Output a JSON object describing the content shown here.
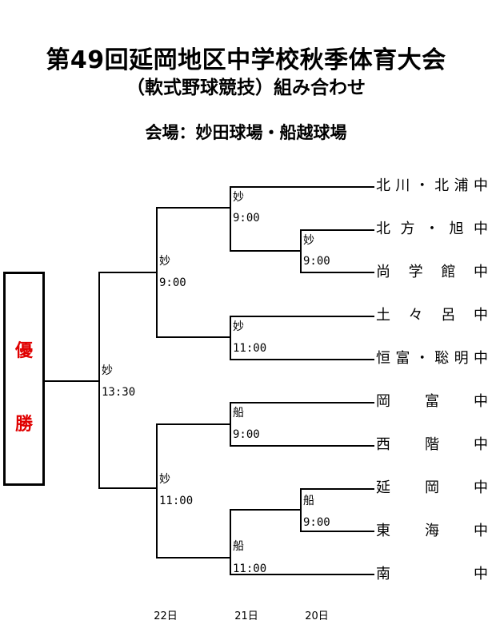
{
  "title": {
    "line1": "第49回延岡地区中学校秋季体育大会",
    "line2": "（軟式野球競技）組み合わせ",
    "venue": "会場：妙田球場・船越球場"
  },
  "champion": {
    "char1": "優",
    "char2": "勝"
  },
  "teams": [
    [
      "北",
      "川",
      "・",
      "北",
      "浦",
      "中"
    ],
    [
      "北",
      "方",
      "・",
      "旭",
      "中"
    ],
    [
      "尚",
      "学",
      "館",
      "中"
    ],
    [
      "土",
      "々",
      "呂",
      "中"
    ],
    [
      "恒",
      "富",
      "・",
      "聡",
      "明",
      "中"
    ],
    [
      "岡",
      "富",
      "中"
    ],
    [
      "西",
      "階",
      "中"
    ],
    [
      "延",
      "岡",
      "中"
    ],
    [
      "東",
      "海",
      "中"
    ],
    [
      "南",
      "中"
    ]
  ],
  "matches": {
    "r1a": {
      "venue": "妙",
      "time": "9:00"
    },
    "r1b": {
      "venue": "船",
      "time": "9:00"
    },
    "r2a": {
      "venue": "妙",
      "time": "9:00"
    },
    "r2b": {
      "venue": "妙",
      "time": "11:00"
    },
    "r2c": {
      "venue": "船",
      "time": "9:00"
    },
    "r2d": {
      "venue": "船",
      "time": "11:00"
    },
    "r3a": {
      "venue": "妙",
      "time": "9:00"
    },
    "r3b": {
      "venue": "妙",
      "time": "11:00"
    },
    "final": {
      "venue": "妙",
      "time": "13:30"
    }
  },
  "days": {
    "d22": "22日",
    "d21": "21日",
    "d20": "20日"
  }
}
